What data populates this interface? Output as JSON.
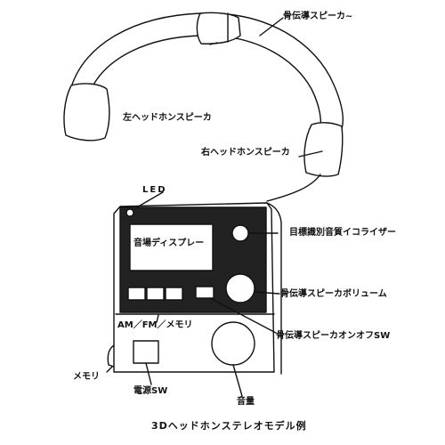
{
  "labels": {
    "bone_speaker_top": "骨伝導スピーカ~",
    "left_headphone": "左ヘッドホンスピーカ",
    "right_headphone": "右ヘッドホンスピーカ",
    "led": "LED",
    "display": "音場ディスプレー",
    "equalizer": "目標識別音質イコライザー",
    "bone_volume": "骨伝導スピーカボリューム",
    "band": "AM／FM／メモリ",
    "bone_switch": "骨伝導スピーカオンオフSW",
    "memory": "メモリ",
    "power": "電源SW",
    "volume": "音量",
    "caption": "3Dヘッドホンステレオモデル例"
  }
}
